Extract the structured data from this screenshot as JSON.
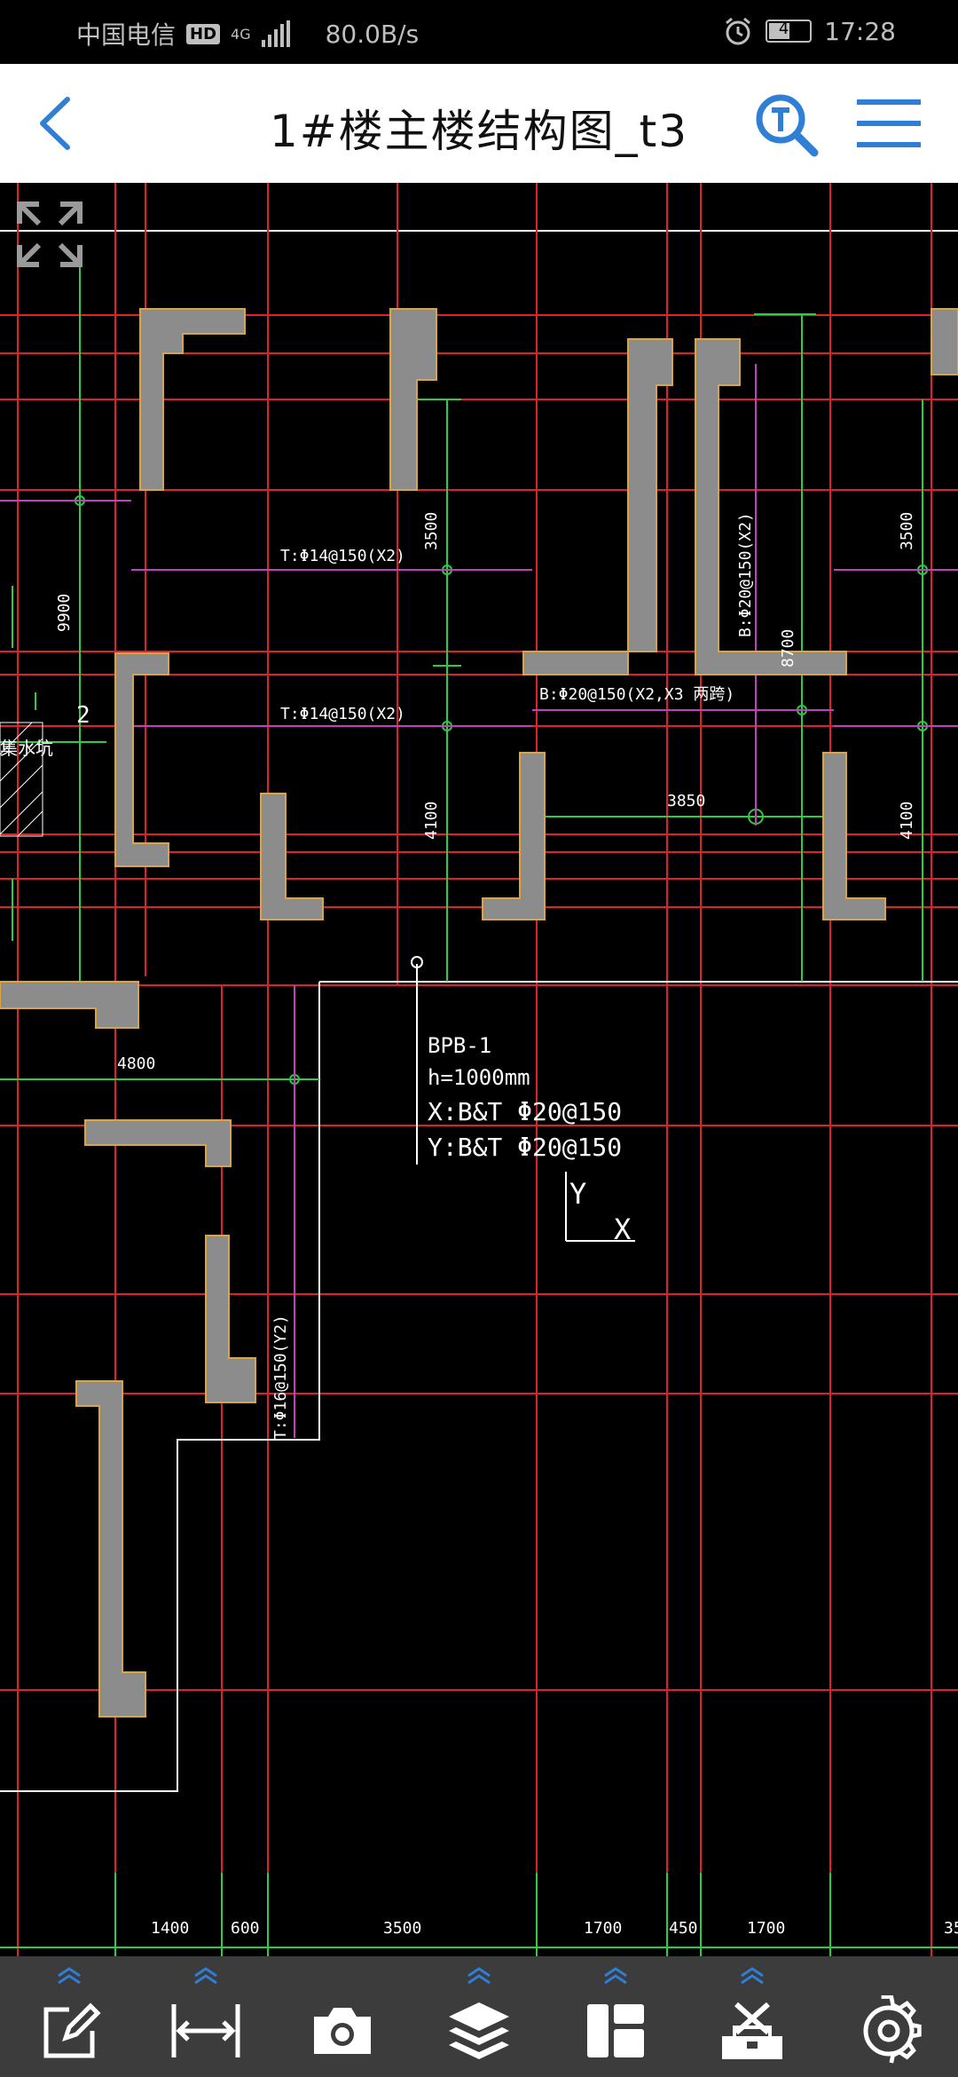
{
  "status_bar": {
    "carrier": "中国电信",
    "hd": "HD",
    "network": "4G",
    "speed": "80.0B/s",
    "battery": "49",
    "time": "17:28"
  },
  "title_bar": {
    "title": "1#楼主楼结构图_t3",
    "back_icon": "chevron-left-icon",
    "search_icon": "text-search-icon",
    "menu_icon": "hamburger-menu-icon"
  },
  "colors": {
    "accent": "#2f7fd6",
    "cad_background": "#000000",
    "grid_red": "#e0202a",
    "dim_green": "#2ecc40",
    "wall_fill": "#8c8c8c",
    "wall_outline": "#d9a441",
    "rebar_magenta": "#c040c0",
    "toolbar_bg": "#3c3c3c"
  },
  "drawing": {
    "labels": {
      "rebar_1": "T:Φ14@150(X2)",
      "rebar_2": "T:Φ14@150(X2)",
      "rebar_3": "B:Φ20@150(X2,X3 两跨)",
      "rebar_4": "B:Φ20@150(X2)",
      "rebar_5": "T:Φ16@150(Y2)",
      "sump": "集水坑",
      "axis_2": "2"
    },
    "dims": {
      "d9900": "9900",
      "d3500a": "3500",
      "d4100a": "4100",
      "d8700": "8700",
      "d3500b": "3500",
      "d4100b": "4100",
      "d3850": "3850",
      "d4800": "4800"
    },
    "slab_note": {
      "name": "BPB-1",
      "thickness": "h=1000mm",
      "x_rebar": "X:B&T  Φ20@150",
      "y_rebar": "Y:B&T  Φ20@150"
    },
    "ucs": {
      "y": "Y",
      "x": "X"
    },
    "bottom_dims": [
      "1400",
      "600",
      "3500",
      "1700",
      "450",
      "1700",
      "35"
    ]
  },
  "toolbar": {
    "tools": [
      {
        "name": "edit-annotate",
        "icon": "edit-icon"
      },
      {
        "name": "measure",
        "icon": "measure-icon"
      },
      {
        "name": "screenshot",
        "icon": "camera-icon"
      },
      {
        "name": "layers",
        "icon": "layers-icon"
      },
      {
        "name": "layout",
        "icon": "layout-icon"
      },
      {
        "name": "tools",
        "icon": "tools-icon"
      },
      {
        "name": "settings",
        "icon": "gear-icon"
      }
    ]
  }
}
